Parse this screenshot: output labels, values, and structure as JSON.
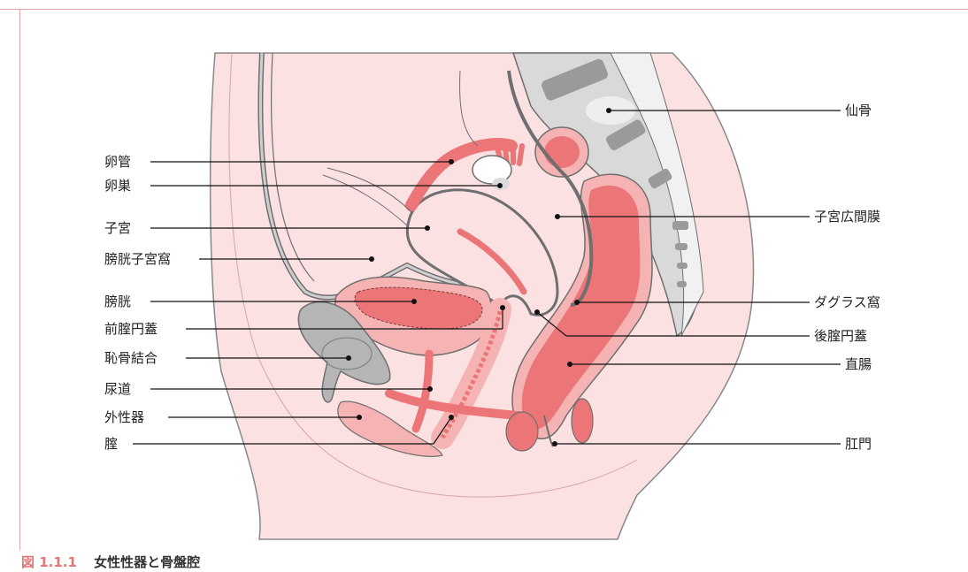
{
  "labels": {
    "oviduct": "卵管",
    "ovary": "卵巣",
    "uterus": "子宮",
    "vesicouterine_pouch": "膀胱子宮窩",
    "bladder": "膀胱",
    "anterior_fornix": "前腟円蓋",
    "pubic_symphysis": "恥骨結合",
    "urethra": "尿道",
    "external_genitalia": "外性器",
    "vagina": "腟",
    "sacrum": "仙骨",
    "broad_ligament": "子宮広間膜",
    "douglas_pouch": "ダグラス窩",
    "posterior_fornix": "後腟円蓋",
    "rectum": "直腸",
    "anus": "肛門"
  },
  "caption": {
    "number": "図 1.1.1",
    "title": "女性性器と骨盤腔"
  },
  "colors": {
    "skin": "#fbe1e1",
    "organ": "#ec7577",
    "organ_light": "#f5b3b3",
    "bone": "#c9c9c9",
    "outline": "#6f6f6f",
    "frame": "#e7a3a3"
  }
}
